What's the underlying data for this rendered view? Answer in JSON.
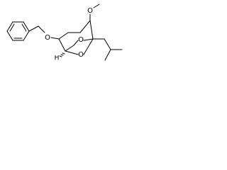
{
  "molecule": {
    "atoms": {
      "ether_oxygen_benzyloxy": "O",
      "ether_oxygen_methoxy": "O",
      "bridge_oxygen_upper": "O",
      "bridge_oxygen_lower": "O"
    },
    "stereo_hydrogen": "H"
  },
  "colors": {
    "ink": "#000000",
    "background": "#ffffff"
  }
}
